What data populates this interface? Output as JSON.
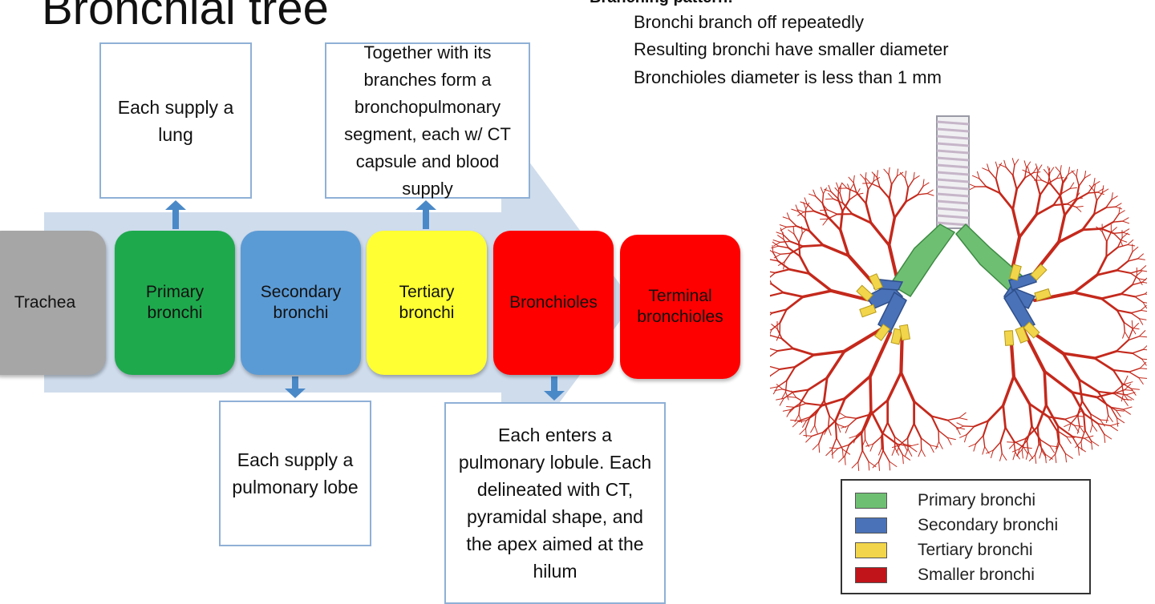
{
  "title": "Bronchial tree",
  "branching": {
    "header": "Branching pattern:",
    "points": [
      "Bronchi branch off repeatedly",
      "Resulting bronchi have smaller diameter",
      "Bronchioles diameter is less than 1 mm"
    ]
  },
  "flow": {
    "stages": [
      {
        "label": "Trachea",
        "color": "#a6a6a6"
      },
      {
        "label": "Primary bronchi",
        "color": "#1ea94d"
      },
      {
        "label": "Secondary bronchi",
        "color": "#5b9bd5"
      },
      {
        "label": "Tertiary bronchi",
        "color": "#ffff33"
      },
      {
        "label": "Bronchioles",
        "color": "#ff0000"
      },
      {
        "label": "Terminal bronchioles",
        "color": "#ff0000"
      }
    ],
    "notes": {
      "primary": "Each supply a lung",
      "secondary": "Each supply a pulmonary lobe",
      "tertiary": "Together with its branches form a bronchopulmonary segment, each w/ CT capsule and blood supply",
      "bronchioles": "Each enters a pulmonary lobule. Each delineated with CT, pyramidal shape, and the apex aimed at the hilum"
    },
    "band_color": "#cfdcec",
    "arrow_color": "#4a89c8"
  },
  "legend": {
    "items": [
      {
        "label": "Primary bronchi",
        "color": "#6fbf73"
      },
      {
        "label": "Secondary bronchi",
        "color": "#4a72b8"
      },
      {
        "label": "Tertiary bronchi",
        "color": "#f2d54a"
      },
      {
        "label": "Smaller bronchi",
        "color": "#c0141a"
      }
    ]
  }
}
